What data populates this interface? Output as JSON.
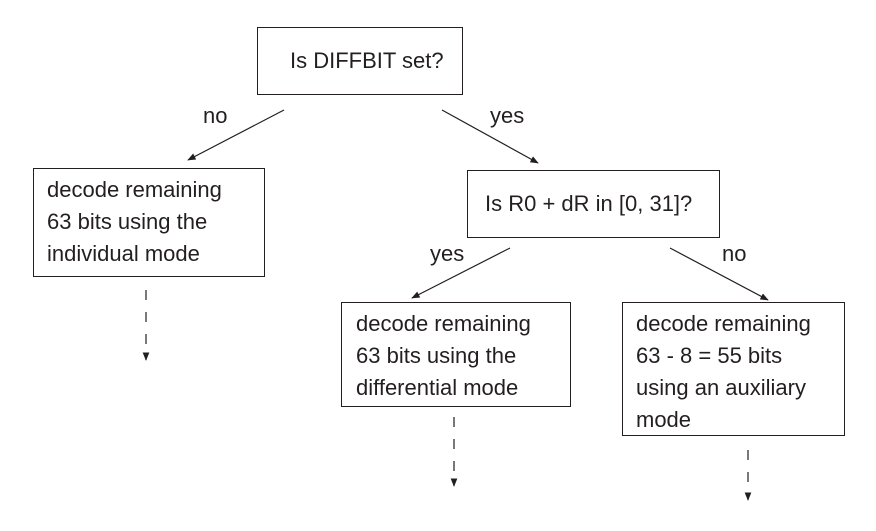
{
  "nodes": {
    "question1": "Is DIFFBIT set?",
    "individual": "decode remaining\n63 bits using the\nindividual mode",
    "question2": "Is R0 + dR in [0, 31]?",
    "differential": "decode remaining\n63 bits using the\ndifferential mode",
    "auxiliary": "decode remaining\n63 - 8 = 55 bits\nusing an auxiliary\nmode"
  },
  "edges": {
    "q1_no": "no",
    "q1_yes": "yes",
    "q2_yes": "yes",
    "q2_no": "no"
  }
}
